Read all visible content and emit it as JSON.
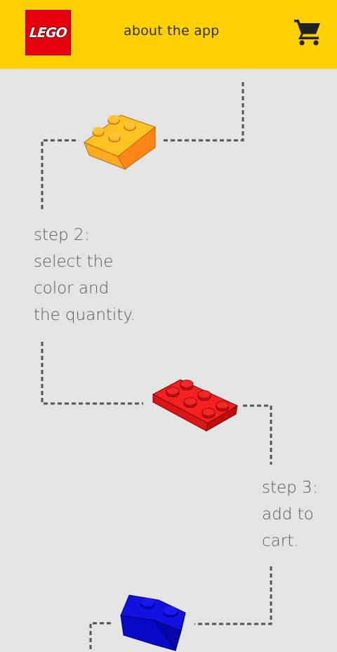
{
  "header": {
    "logo_text": "LEGO",
    "title": "about the app",
    "cart_icon": "cart-icon"
  },
  "steps": [
    {
      "id": "step2",
      "lines": [
        "step 2:",
        "select the",
        "color and",
        "the quantity."
      ]
    },
    {
      "id": "step3",
      "lines": [
        "step 3:",
        "add to",
        "cart."
      ]
    }
  ],
  "colors": {
    "header_bg": "#ffd000",
    "page_bg": "#e4e4e4",
    "logo_red": "#e3000b",
    "brick_orange": "#ffa500",
    "brick_red": "#ee1c1c",
    "brick_blue": "#0a0ad8",
    "dashed_line": "#555555"
  }
}
